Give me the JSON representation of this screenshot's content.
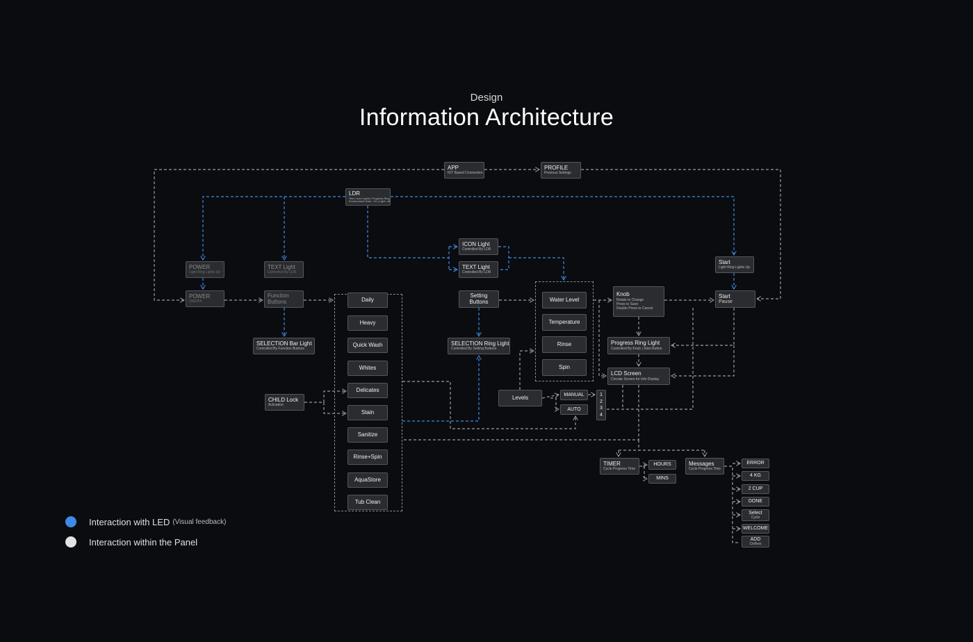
{
  "header": {
    "eyebrow": "Design",
    "title": "Information Architecture"
  },
  "colors": {
    "led": "#3d8be8",
    "panel": "#e3e3e3",
    "wire": "#9a9ca0"
  },
  "nodes": {
    "app": {
      "title": "APP",
      "sub": "IOT Based Connection"
    },
    "profile": {
      "title": "PROFILE",
      "sub": "Previous Settings"
    },
    "ldr": {
      "title": "LDR",
      "sub": "Text | Icon Lights | Progress Ring",
      "sub2": "Environment Dark : On | Light: off"
    },
    "power_light": {
      "title": "POWER",
      "sub": "Light Ring Lights Up"
    },
    "power_onoff": {
      "title": "POWER",
      "sub": "ON/OFF"
    },
    "text_light": {
      "title": "TEXT Light",
      "sub": "Controlled By LDR"
    },
    "function_buttons": {
      "title": "Function",
      "title2": "Buttons"
    },
    "selection_bar_light": {
      "title": "SELECTION Bar Light",
      "sub": "Controlled By Function Buttons"
    },
    "child_lock": {
      "title": "CHILD Lock",
      "sub": "Activation"
    },
    "icon_light": {
      "title": "ICON Light",
      "sub": "Controlled By LDR"
    },
    "text_light_2": {
      "title": "TEXT Light",
      "sub": "Controlled By LDR"
    },
    "setting_buttons": {
      "title": "Setting",
      "title2": "Buttons"
    },
    "selection_ring_light": {
      "title": "SELECTION Ring Light",
      "sub": "Controlled By Setting Buttons"
    },
    "knob": {
      "title": "Knob",
      "sub": "Rotate to Change",
      "sub2": "Press to Save",
      "sub3": "Double Press to Cancel"
    },
    "progress_ring_light": {
      "title": "Progress Ring Light",
      "sub": "Controlled By Knob | Start Button"
    },
    "lcd_screen": {
      "title": "LCD Screen",
      "sub": "Circular Screen for Info Display"
    },
    "start_light": {
      "title": "Start",
      "sub": "Light Ring Lights Up"
    },
    "start_pause": {
      "title": "Start",
      "sub": "Pause"
    },
    "levels": {
      "title": "Levels"
    },
    "manual": {
      "title": "MANUAL"
    },
    "auto": {
      "title": "AUTO"
    },
    "timer": {
      "title": "TIMER",
      "sub": "Cycle Progress Time"
    },
    "hours": {
      "title": "HOURS"
    },
    "mins": {
      "title": "MINS"
    },
    "messages": {
      "title": "Messages",
      "sub": "Cycle Progress Time"
    }
  },
  "cycles": [
    "Daily",
    "Heavy",
    "Quick Wash",
    "Whites",
    "Delicates",
    "Stain",
    "Sanitize",
    "Rinse+Spin",
    "AquaStore",
    "Tub Clean"
  ],
  "settings": [
    "Water Level",
    "Temperature",
    "Rinse",
    "Spin"
  ],
  "level_numbers": [
    "1",
    "2",
    "3",
    "4"
  ],
  "message_items": [
    {
      "title": "ERROR"
    },
    {
      "title": "4 KG"
    },
    {
      "title": "2 CUP"
    },
    {
      "title": "DONE"
    },
    {
      "title": "Select",
      "sub": "Cycle"
    },
    {
      "title": "WELCOME"
    },
    {
      "title": "ADD",
      "sub": "Clothes"
    }
  ],
  "legend": [
    {
      "label": "Interaction with LED",
      "note": "(Visual feedback)",
      "color": "#3d8be8"
    },
    {
      "label": "Interaction within the Panel",
      "note": "",
      "color": "#e3e3e3"
    }
  ]
}
